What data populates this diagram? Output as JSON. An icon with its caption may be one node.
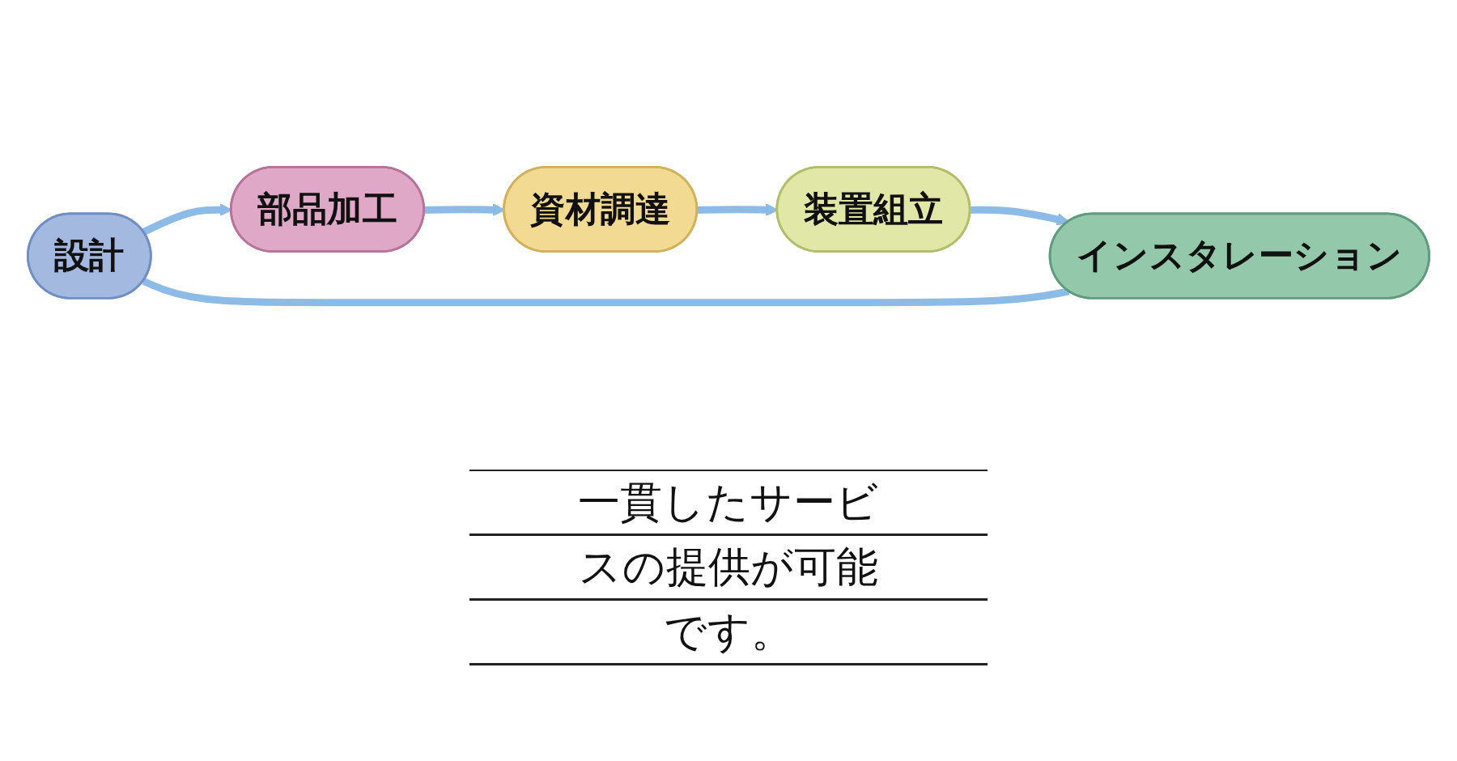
{
  "diagram": {
    "nodes": [
      {
        "text": [
          "設計"
        ]
      },
      {
        "text": [
          "インスタレーション"
        ]
      },
      {
        "text": [
          "部品加工"
        ]
      },
      {
        "text": [
          "装置組立"
        ]
      },
      {
        "text": [
          "資材調達"
        ]
      }
    ],
    "edges": [
      {
        "from": 0,
        "to": 2,
        "arrow": "to"
      },
      {
        "from": 2,
        "to": 4,
        "arrow": "to"
      },
      {
        "from": 4,
        "to": 3,
        "arrow": "to"
      },
      {
        "from": 3,
        "to": 1,
        "arrow": "to"
      },
      {
        "from": 1,
        "to": 0,
        "arrow": "none"
      }
    ],
    "labels": [
      "一貫したサービスの提供が可能です。"
    ]
  }
}
